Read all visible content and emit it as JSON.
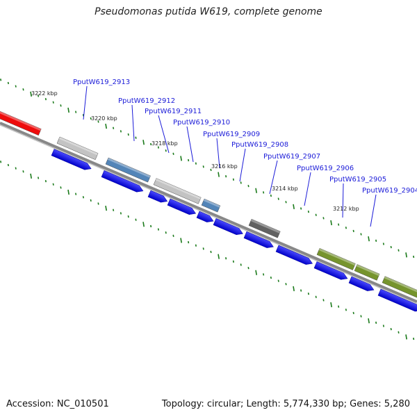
{
  "title": "Pseudomonas putida W619, complete genome",
  "footer": {
    "accession": "Accession: NC_010501",
    "summary": "Topology: circular; Length: 5,774,330 bp; Genes: 5,280"
  },
  "colors": {
    "cds_arrow": "#0000ee",
    "backbone": "#888888",
    "tick": "#1a7a1a",
    "label": "#1a1ad8",
    "highlight": "#ee0000"
  },
  "scale_labels": [
    "3222 kbp",
    "3220 kbp",
    "3218 kbp",
    "3216 kbp",
    "3214 kbp",
    "3212 kbp"
  ],
  "gene_labels": [
    "PputW619_2913",
    "PputW619_2912",
    "PputW619_2911",
    "PputW619_2910",
    "PputW619_2909",
    "PputW619_2908",
    "PputW619_2907",
    "PputW619_2906",
    "PputW619_2905",
    "PputW619_2904"
  ],
  "feature_colors": [
    "#ee0000",
    "#c0c0c0",
    "#4a7fb5",
    "#c0c0c0",
    "#4a7fb5",
    "#5a5a5a",
    "#6f8f22",
    "#6f8f22",
    "#6f8f22"
  ]
}
